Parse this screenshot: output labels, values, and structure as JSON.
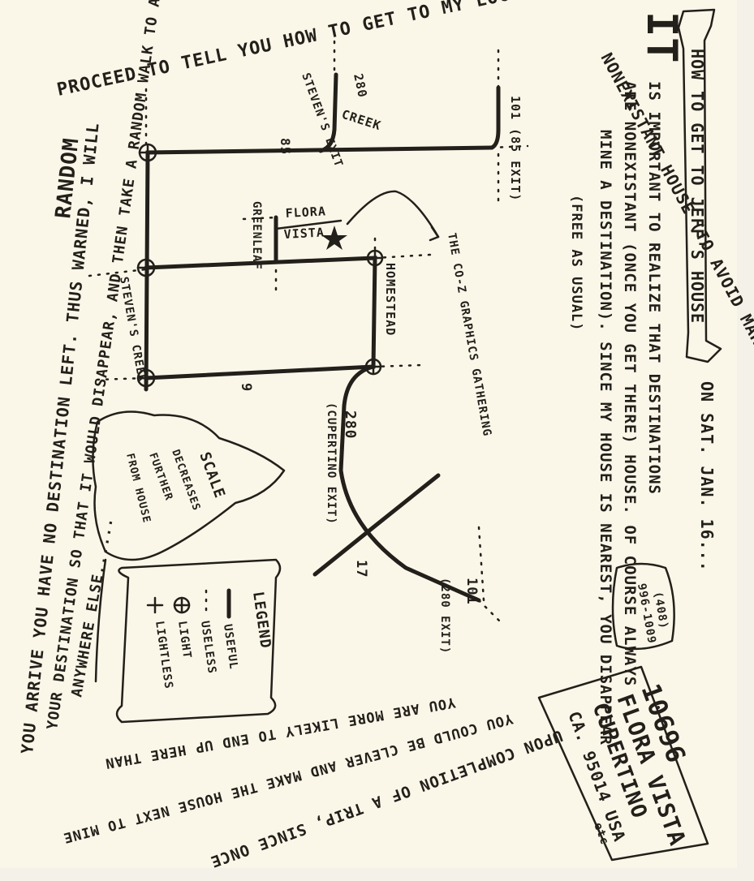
{
  "title_banner": "HOW TO GET TO JEFF'S HOUSE",
  "date_line": "ON SAT. JAN. 16...",
  "intro_big": "IT",
  "intro_lines": [
    "IS IMPORTANT TO REALIZE THAT DESTINATIONS",
    "ARE NONEXISTANT (ONCE YOU GET THERE) HOUSE. OF COURSE ALWAYS",
    "MINE A DESTINATION). SINCE MY HOUSE IS NEAREST, YOU DISAPPEAR"
  ],
  "outer_text": {
    "arc_top": "PROCEED TO TELL YOU HOW TO GET TO MY LOGICALLY",
    "arc_right": "NONEXISTANT HOUSE (TO AVOID MAKING",
    "line_a": "I WILL PROCEED",
    "left_a": "YOU ARRIVE YOU HAVE NO DESTINATION LEFT. THUS WARNED, I WILL",
    "left_b": "YOUR DESTINATION SO THAT IT WOULD DISAPPEAR, AND THEN TAKE A RANDOM WALK TO ANY NEARBY HOUSE",
    "left_c": "ANYWHERE ELSE......",
    "bottom_a": "UPON COMPLETION OF A TRIP, SINCE ONCE",
    "bottom_b": "YOU COULD BE CLEVER AND MAKE THE HOUSE NEXT TO MINE",
    "bottom_c": "YOU ARE MORE LIKELY TO END UP HERE THAN",
    "random_word": "RANDOM",
    "free": "(FREE AS USUAL)"
  },
  "roads": {
    "r280_top": "280",
    "creek_top": "CREEK",
    "stevens_exit": "STEVEN'S EXIT",
    "r85": "85",
    "r101_85": "101 (85 EXIT)",
    "flora": "FLORA",
    "vista": "VISTA",
    "greenleaf": "GREENLEAF",
    "homestead": "HOMESTEAD",
    "stevens_creek": "STEVEN'S CREEK",
    "r9": "9",
    "r280": "280",
    "cupertino_exit": "(CUPERTINO EXIT)",
    "r17": "17",
    "r101": "101",
    "exit280": "(280 EXIT)",
    "coz": "THE CO-Z GRAPHICS GATHERING"
  },
  "scale_note": [
    "SCALE",
    "DECREASES",
    "FURTHER",
    "FROM HOUSE"
  ],
  "legend": {
    "title": "LEGEND",
    "useful": "USEFUL",
    "useless": "USELESS",
    "light": "LIGHT",
    "lightless": "LIGHTLESS"
  },
  "phone": [
    "(408)",
    "996-1009"
  ],
  "address": [
    "10696",
    "FLORA VISTA",
    "CUPERTINO",
    "CA. 95014 USA",
    "etc"
  ]
}
